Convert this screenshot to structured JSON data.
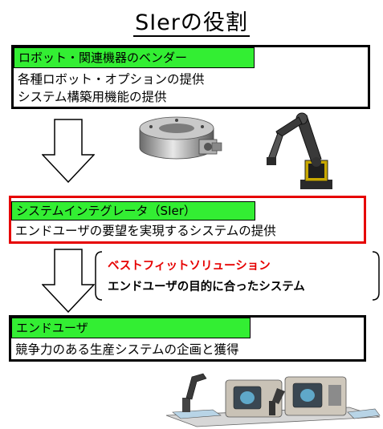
{
  "title": "SIerの役割",
  "box1": {
    "tag": "ロボット・関連機器のベンダー",
    "lines": [
      "各種ロボット・オプションの提供",
      "システム構築用機能の提供"
    ]
  },
  "box2": {
    "tag": "システムインテグレータ（SIer）",
    "lines": [
      "エンドユーザの要望を実現するシステムの提供"
    ]
  },
  "solution": {
    "line1": "ベストフィットソリューション",
    "line2": "エンドユーザの目的に合ったシステム"
  },
  "box3": {
    "tag": "エンドユーザ",
    "lines": [
      "競争力のある生産システムの企画と獲得"
    ]
  },
  "illustrations": [
    "force-sensor-image",
    "robot-arm-image",
    "production-line-image"
  ],
  "colors": {
    "tag_green": "#33ee33",
    "sier_border": "#e60000",
    "solution_accent": "#e60000"
  }
}
